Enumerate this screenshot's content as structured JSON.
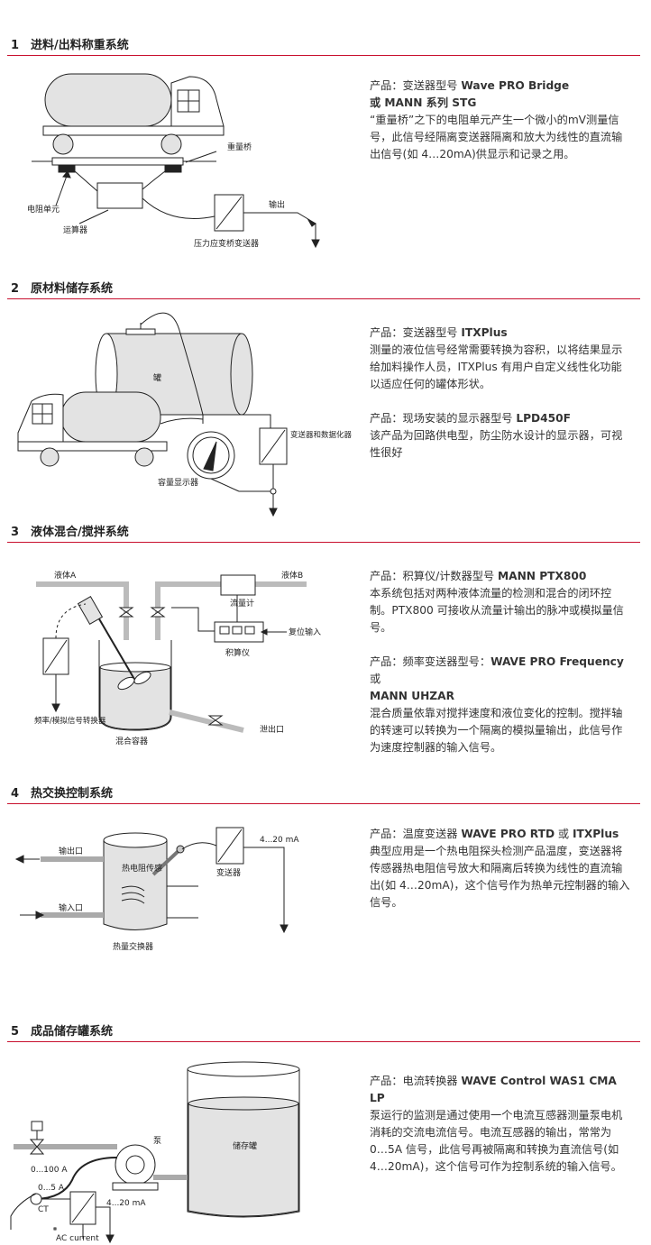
{
  "sections": [
    {
      "num": "1",
      "title": "进料/出料称重系统",
      "diagram_labels": {
        "bridge": "重量桥",
        "output": "输出",
        "cell": "电阻单元",
        "calc": "运算器",
        "transmitter": "压力应变桥变送器"
      },
      "paragraphs": [
        {
          "prod_prefix": "产品：变送器型号 ",
          "prod_bold": "Wave PRO Bridge",
          "prod_suffix": "",
          "line2": "或 MANN 系列 STG",
          "text": "“重量桥”之下的电阻单元产生一个微小的mV测量信号，此信号经隔离变送器隔离和放大为线性的直流输出信号(如 4…20mA)供显示和记录之用。"
        }
      ]
    },
    {
      "num": "2",
      "title": "原材料储存系统",
      "diagram_labels": {
        "tank": "罐",
        "transmitter": "变送器和数据化器",
        "display": "容量显示器"
      },
      "paragraphs": [
        {
          "prod_prefix": "产品：变送器型号 ",
          "prod_bold": "ITXPlus",
          "prod_suffix": "",
          "text": "测量的液位信号经常需要转换为容积，以将结果显示给加料操作人员，ITXPlus 有用户自定义线性化功能以适应任何的罐体形状。"
        },
        {
          "prod_prefix": "产品：现场安装的显示器型号 ",
          "prod_bold": "LPD450F",
          "prod_suffix": "",
          "text": "该产品为回路供电型，防尘防水设计的显示器，可视性很好"
        }
      ]
    },
    {
      "num": "3",
      "title": "液体混合/搅拌系统",
      "diagram_labels": {
        "liquid_a": "液体A",
        "liquid_b": "液体B",
        "flowmeter": "流量计",
        "reset": "复位输入",
        "totalizer": "积算仪",
        "converter": "频率/模拟信号转换器",
        "vessel": "混合容器",
        "outlet": "泄出口"
      },
      "paragraphs": [
        {
          "prod_prefix": "产品：积算仪/计数器型号 ",
          "prod_bold": "MANN PTX800",
          "prod_suffix": "",
          "text": "本系统包括对两种液体流量的检测和混合的闭环控制。PTX800 可接收从流量计输出的脉冲或模拟量信号。"
        },
        {
          "prod_prefix": "产品：频率变送器型号：",
          "prod_bold": "WAVE PRO Frequency",
          "prod_suffix": " 或",
          "line2": "MANN UHZAR",
          "text": "混合质量依靠对搅拌速度和液位变化的控制。搅拌轴的转速可以转换为一个隔离的模拟量输出，此信号作为速度控制器的输入信号。"
        }
      ]
    },
    {
      "num": "4",
      "title": "热交换控制系统",
      "diagram_labels": {
        "outlet": "输出口",
        "inlet": "输入口",
        "rtd": "热电阻传感",
        "transmitter": "变送器",
        "signal": "4...20 mA",
        "exchanger": "热量交换器"
      },
      "paragraphs": [
        {
          "prod_prefix": "产品：温度变送器 ",
          "prod_bold": "WAVE PRO RTD",
          "prod_suffix": " 或 ",
          "prod_bold2": "ITXPlus",
          "text": "典型应用是一个热电阻探头检测产品温度，变送器将传感器热电阻信号放大和隔离后转换为线性的直流输出(如 4…20mA)，这个信号作为热单元控制器的输入信号。"
        }
      ]
    },
    {
      "num": "5",
      "title": "成品储存罐系统",
      "diagram_labels": {
        "pump": "泵",
        "tank": "储存罐",
        "range1": "0...100 A",
        "range2": "0...5 A",
        "ct": "CT",
        "signal": "4...20 mA",
        "ac": "AC current"
      },
      "paragraphs": [
        {
          "prod_prefix": "产品：电流转换器 ",
          "prod_bold": "WAVE Control WAS1 CMA LP",
          "prod_suffix": "",
          "text": "泵运行的监测是通过使用一个电流互感器测量泵电机消耗的交流电流信号。电流互感器的输出，常常为 0…5A 信号，此信号再被隔离和转换为直流信号(如 4…20mA)，这个信号可作为控制系统的输入信号。"
        }
      ]
    }
  ]
}
